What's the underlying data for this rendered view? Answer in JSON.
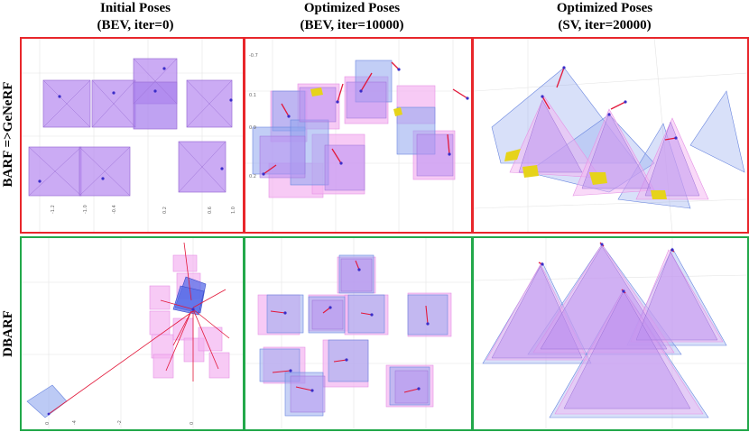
{
  "columns": [
    {
      "title": "Initial Poses",
      "subtitle": "(BEV, iter=0)"
    },
    {
      "title": "Optimized Poses",
      "subtitle": "(BEV, iter=10000)"
    },
    {
      "title": "Optimized Poses",
      "subtitle": "(SV, iter=20000)"
    }
  ],
  "rows": [
    {
      "label": "BARF =>GeNeRF",
      "frame_color": "#e8262b"
    },
    {
      "label": "DBARF",
      "frame_color": "#22a84a"
    }
  ],
  "colors": {
    "camera_fill": "#b98ff0",
    "gt_fill": "#f3b4f1",
    "blue_fill": "#8fa6ee",
    "error_line": "#e2183a",
    "marker": "#3a2dc8",
    "highlight": "#e6d31a"
  }
}
